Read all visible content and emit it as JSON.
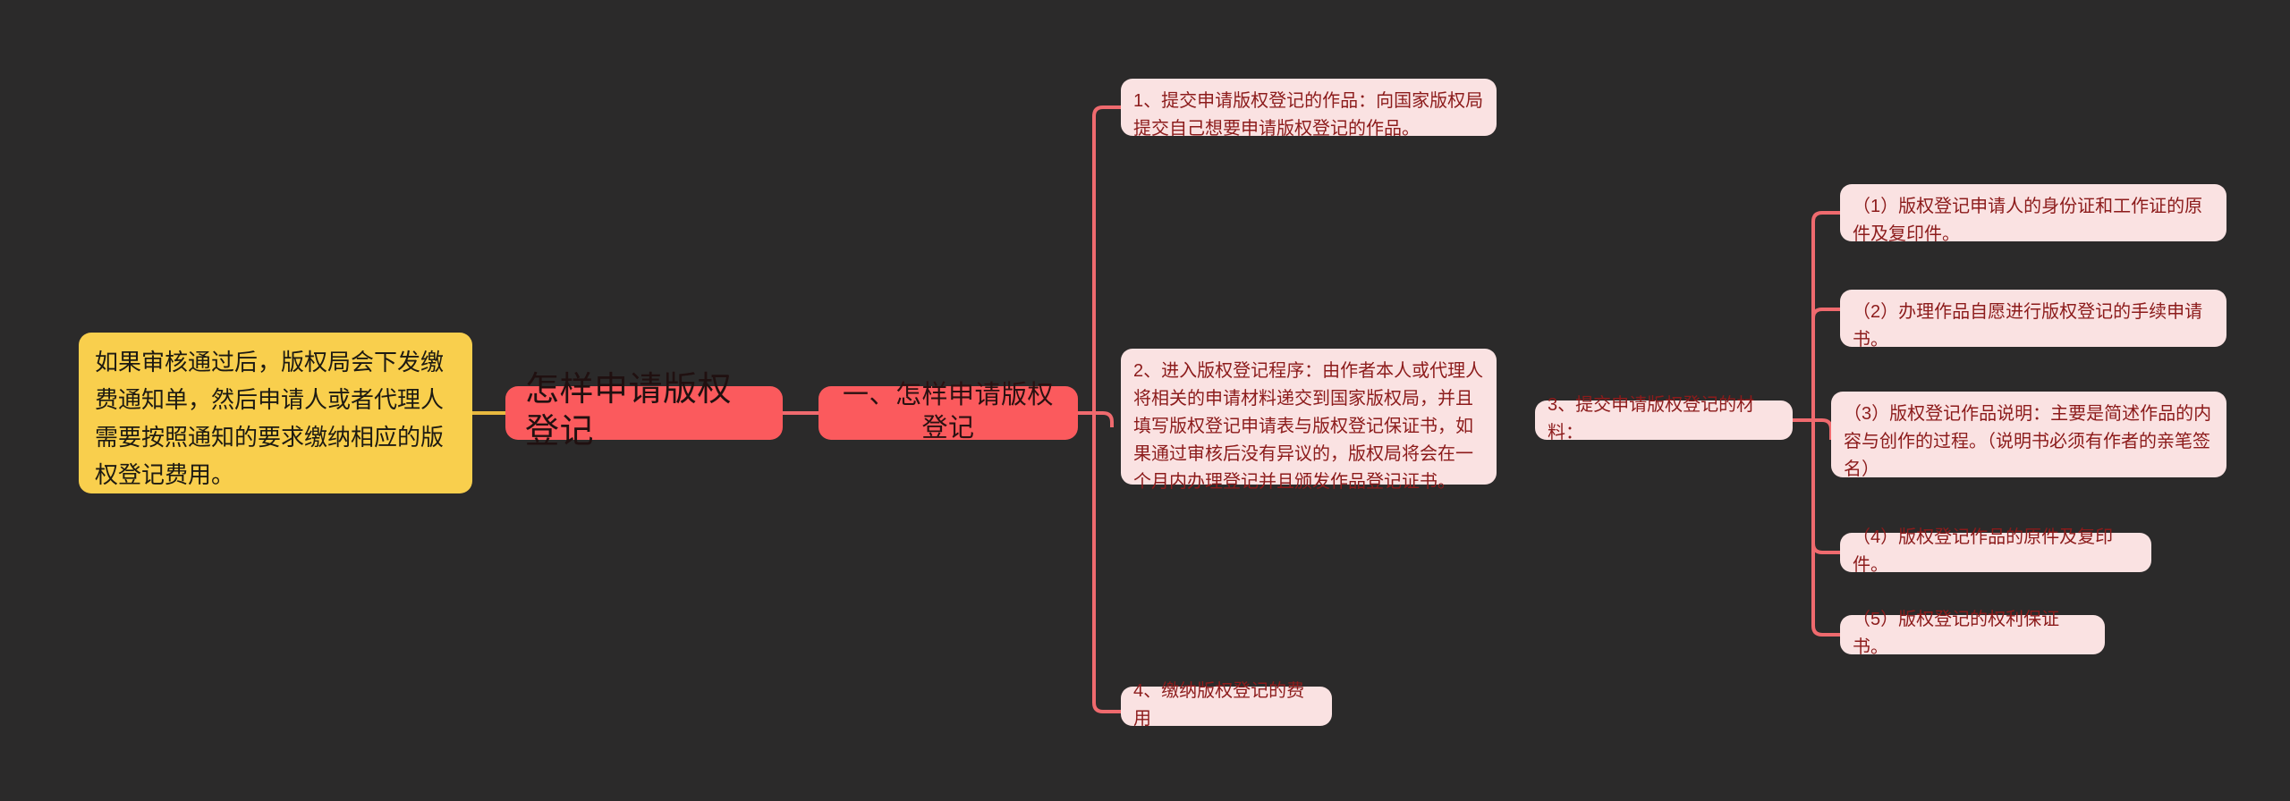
{
  "diagram": {
    "type": "mindmap",
    "title": "怎样申请版权登记",
    "background_color": "#2b2a2a",
    "root_color": "#fb5a5d",
    "branch_color": "#fae2e2",
    "accent_color": "#f9cf4d",
    "link_color": "#ef6a6e",
    "link_color_yellow": "#e8b93f"
  },
  "nodes": {
    "root": {
      "label": "怎样申请版权登记"
    },
    "yellow_note": {
      "label": "如果审核通过后，版权局会下发缴费通知单，然后申请人或者代理人需要按照通知的要求缴纳相应的版权登记费用。"
    },
    "branch_1": {
      "label": "一、怎样申请版权登记"
    },
    "step_1": {
      "label": "1、提交申请版权登记的作品：向国家版权局提交自己想要申请版权登记的作品。"
    },
    "step_2": {
      "label": "2、进入版权登记程序：由作者本人或代理人将相关的申请材料递交到国家版权局，并且填写版权登记申请表与版权登记保证书，如果通过审核后没有异议的，版权局将会在一个月内办理登记并且颁发作品登记证书。"
    },
    "step_3": {
      "label": "3、提交申请版权登记的材料："
    },
    "step_4": {
      "label": "4、缴纳版权登记的费用"
    },
    "materials": [
      {
        "label": "（1）版权登记申请人的身份证和工作证的原件及复印件。"
      },
      {
        "label": "（2）办理作品自愿进行版权登记的手续申请书。"
      },
      {
        "label": "（3）版权登记作品说明：主要是简述作品的内容与创作的过程。（说明书必须有作者的亲笔签名）"
      },
      {
        "label": "（4）版权登记作品的原件及复印件。"
      },
      {
        "label": "（5）版权登记的权利保证书。"
      }
    ]
  }
}
